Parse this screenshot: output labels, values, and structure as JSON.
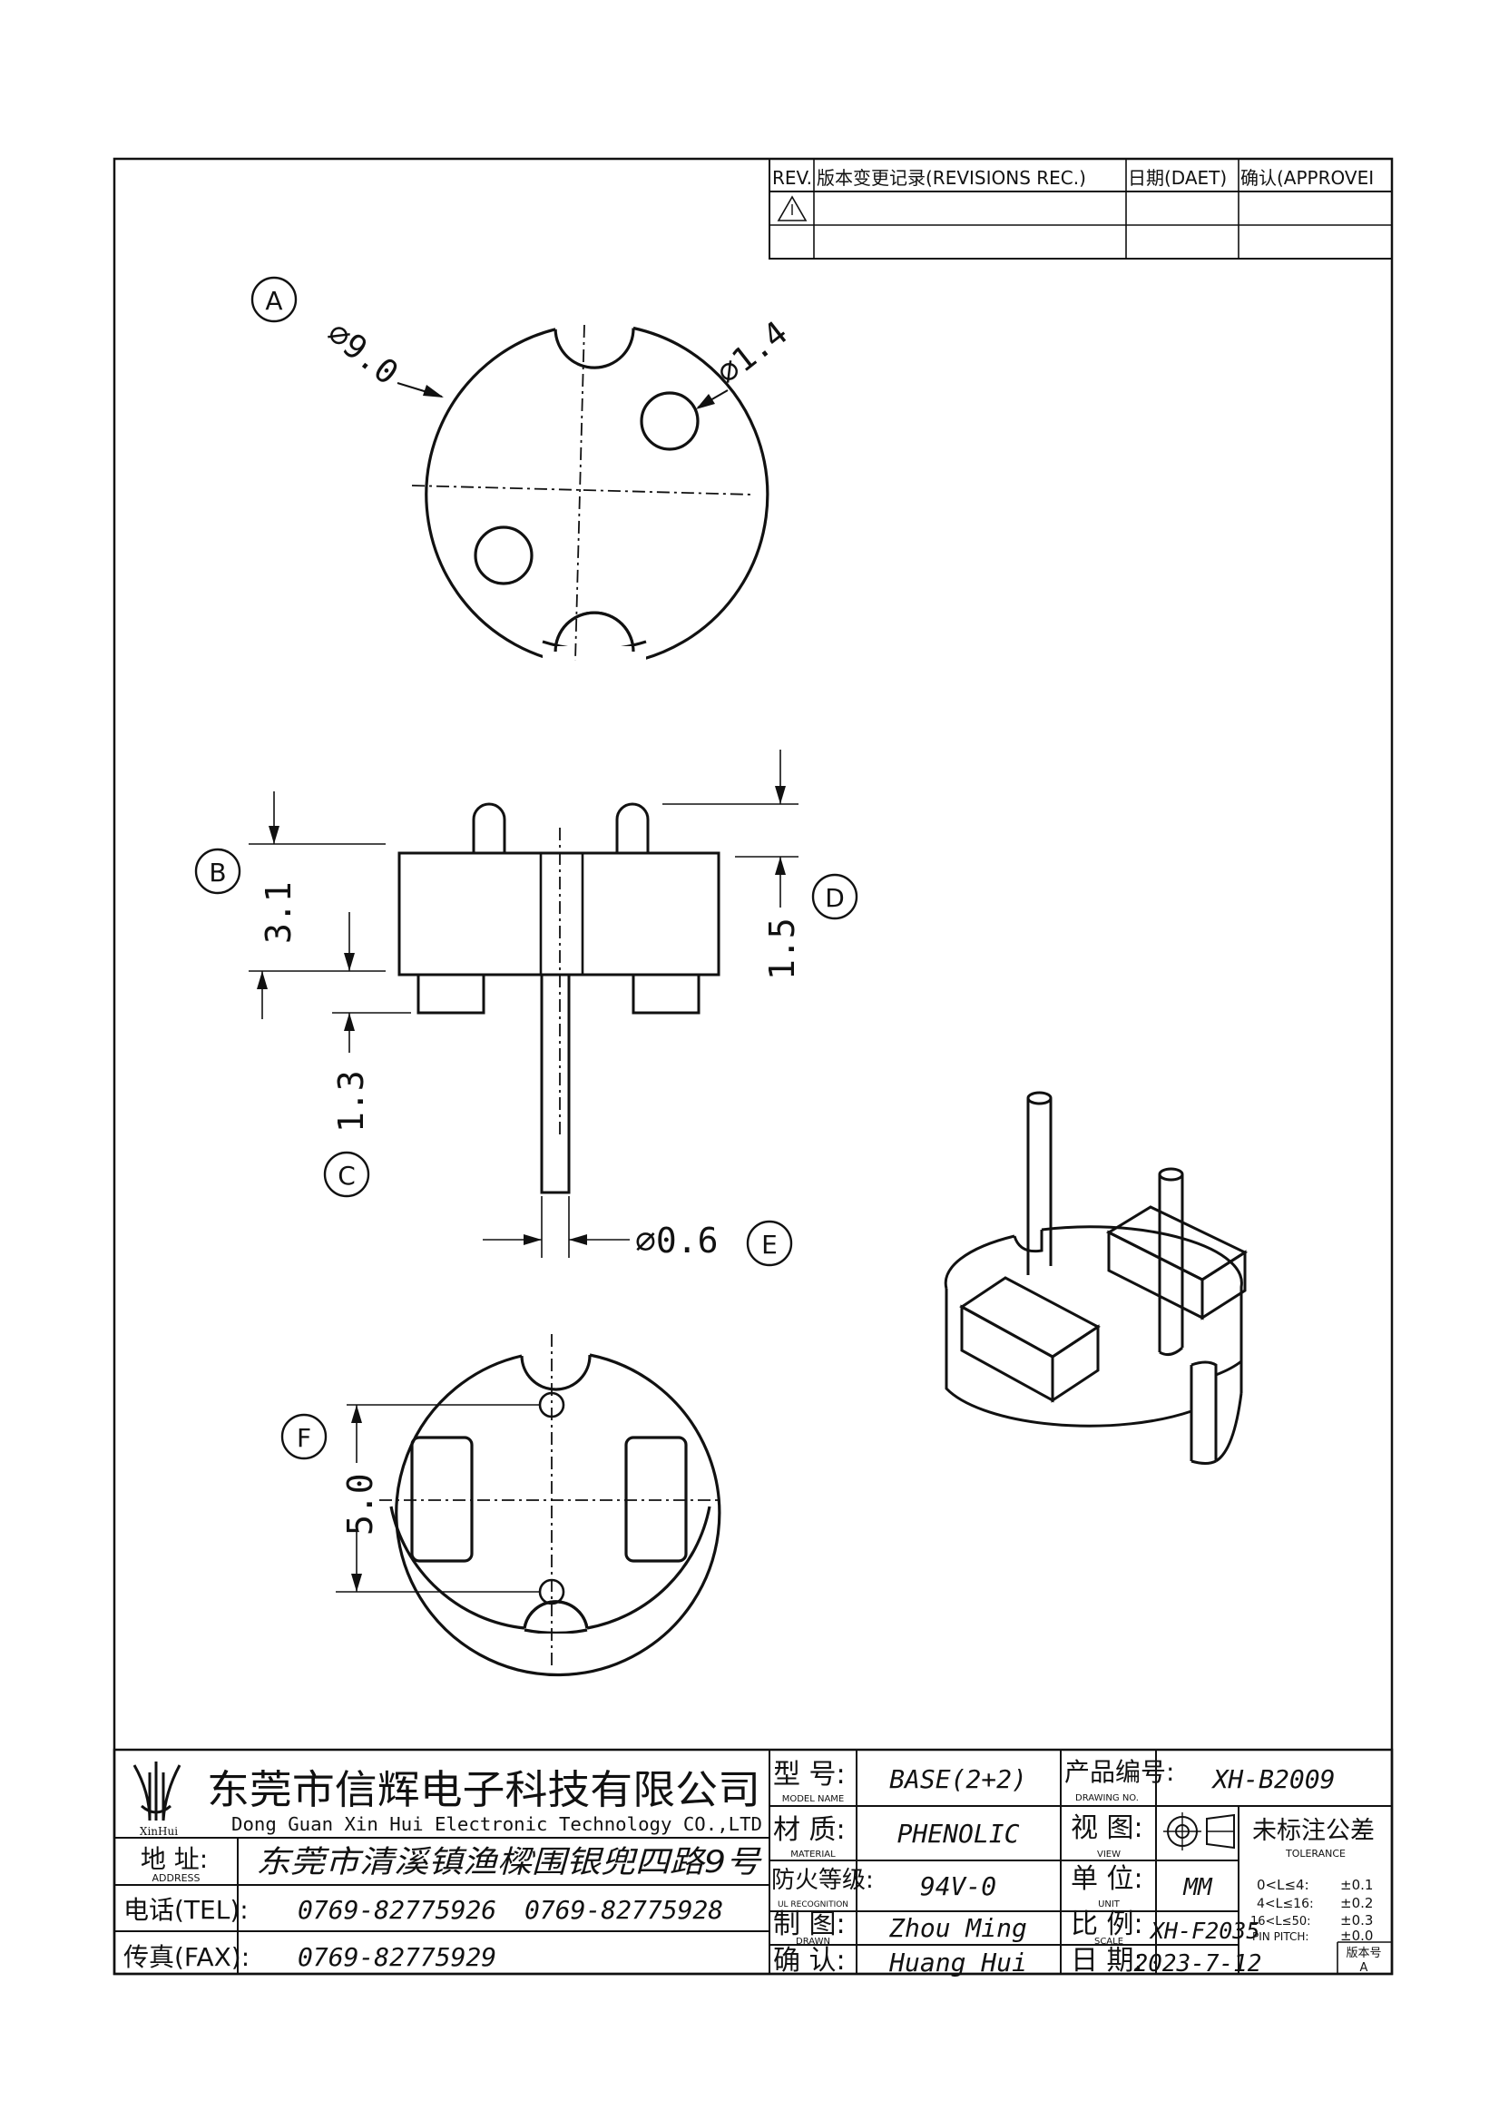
{
  "revision_table": {
    "col_rev": "REV.",
    "col_desc": "版本变更记录(REVISIONS REC.)",
    "col_date": "日期(DAET)",
    "col_approve": "确认(APPROVEI"
  },
  "views": {
    "A": {
      "label": "A",
      "outer_dim": "⌀9.0",
      "hole_dim": "⌀1.4"
    },
    "side": {
      "label_b": "B",
      "label_c": "C",
      "label_d": "D",
      "label_e": "E",
      "dim_b": "3.1",
      "dim_c": "1.3",
      "dim_d": "1.5",
      "dim_e": "⌀0.6"
    },
    "F": {
      "label": "F",
      "dim": "5.0"
    }
  },
  "title_block": {
    "company_cn": "东莞市信辉电子科技有限公司",
    "company_en": "Dong Guan Xin Hui Electronic Technology CO.,LTD",
    "logo_text": "XinHui",
    "address_label": "地 址:",
    "address_label_en": "ADDRESS",
    "address": "东莞市清溪镇渔樑围银兜四路9号",
    "tel_label": "电话(TEL):",
    "tel_1": "0769-82775926",
    "tel_2": "0769-82775928",
    "fax_label": "传真(FAX):",
    "fax": "0769-82775929",
    "model_label": "型 号:",
    "model_label_en": "MODEL NAME",
    "model_value": "BASE(2+2)",
    "material_label": "材 质:",
    "material_label_en": "MATERIAL",
    "material_value": "PHENOLIC",
    "fire_label": "防火等级:",
    "fire_label_en": "UL RECOGNITION",
    "fire_value": "94V-0",
    "drawn_label": "制 图:",
    "drawn_label_en": "DRAWN",
    "drawn_value": "Zhou Ming",
    "check_label": "确 认:",
    "check_value": "Huang Hui",
    "drawing_no_label": "产品编号:",
    "drawing_no_label_en": "DRAWING NO.",
    "drawing_no_value": "XH-B2009",
    "view_label": "视 图:",
    "view_label_en": "VIEW",
    "unit_label": "单 位:",
    "unit_label_en": "UNIT",
    "unit_value": "MM",
    "scale_label": "比 例:",
    "scale_label_en": "SCALE",
    "scale_value": "XH-F2035",
    "date_label": "日 期:",
    "date_value": "2023-7-12",
    "tolerance_label": "未标注公差",
    "tolerance_label_en": "TOLERANCE",
    "tol_1_range": "0<L≤4:",
    "tol_1_value": "±0.1",
    "tol_2_range": "4<L≤16:",
    "tol_2_value": "±0.2",
    "tol_3_range": "16<L≤50:",
    "tol_3_value": "±0.3",
    "tol_4_range": "PIN PITCH:",
    "tol_4_value": "±0.0",
    "sheet_label": "版本号",
    "sheet_value": "A"
  }
}
